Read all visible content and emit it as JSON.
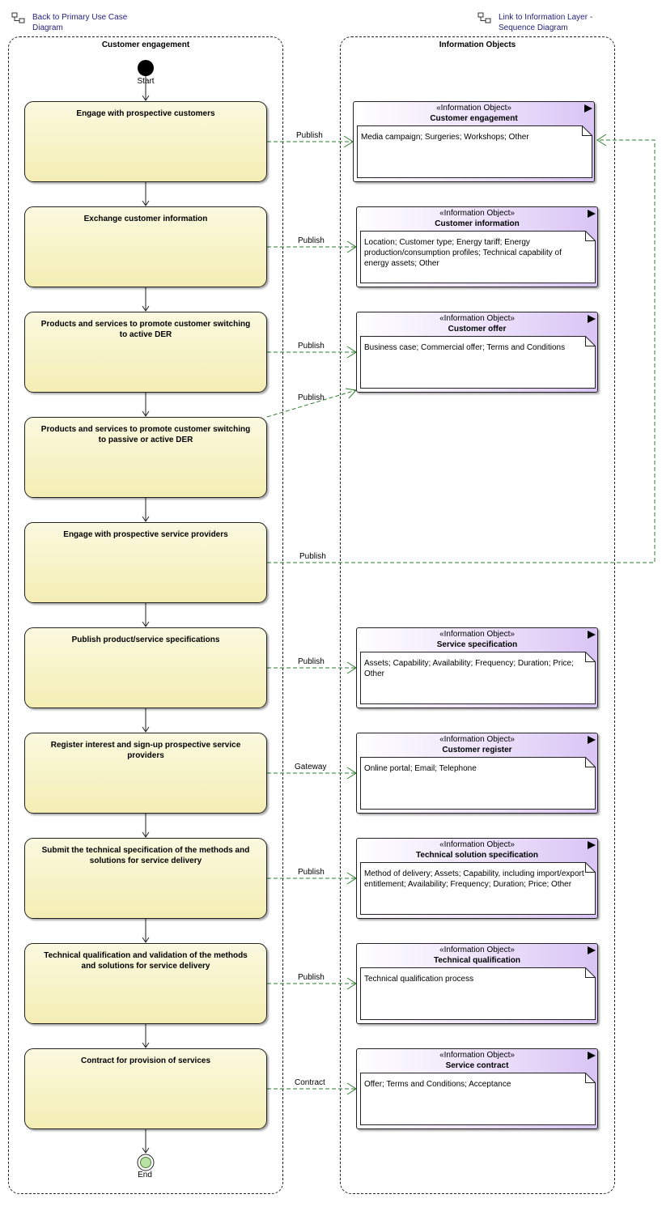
{
  "nav": {
    "back_link": "Back to Primary Use Case Diagram",
    "info_link": "Link to Information Layer - Sequence Diagram"
  },
  "lanes": {
    "left_title": "Customer engagement",
    "right_title": "Information Objects"
  },
  "start_label": "Start",
  "end_label": "End",
  "stereotype": "«Information Object»",
  "actions": [
    "Engage with prospective customers",
    "Exchange customer information",
    "Products and services to promote customer switching to active DER",
    "Products and services to promote customer switching to passive or active DER",
    "Engage with prospective service providers",
    "Publish product/service specifications",
    "Register interest and sign-up prospective service providers",
    "Submit the technical specification of the methods and solutions for service delivery",
    "Technical qualification and validation of the methods and solutions for service delivery",
    "Contract for provision of services"
  ],
  "objects": [
    {
      "name": "Customer engagement",
      "note": "Media campaign; Surgeries; Workshops; Other"
    },
    {
      "name": "Customer information",
      "note": "Location; Customer type; Energy tariff; Energy production/consumption profiles; Technical capability of energy assets; Other"
    },
    {
      "name": "Customer offer",
      "note": "Business case; Commercial offer; Terms and Conditions"
    },
    {
      "name": "Service specification",
      "note": "Assets; Capability; Availability; Frequency; Duration; Price; Other"
    },
    {
      "name": "Customer register",
      "note": "Online portal; Email; Telephone"
    },
    {
      "name": "Technical solution specification",
      "note": "Method of delivery; Assets; Capability, including import/export entitlement; Availability; Frequency; Duration; Price; Other"
    },
    {
      "name": "Technical qualification",
      "note": "Technical qualification process"
    },
    {
      "name": "Service contract",
      "note": "Offer; Terms and Conditions; Acceptance"
    }
  ],
  "edges": [
    "Publish",
    "Publish",
    "Publish",
    "Publish",
    "Publish",
    "Publish",
    "Gateway",
    "Publish",
    "Publish",
    "Contract"
  ]
}
